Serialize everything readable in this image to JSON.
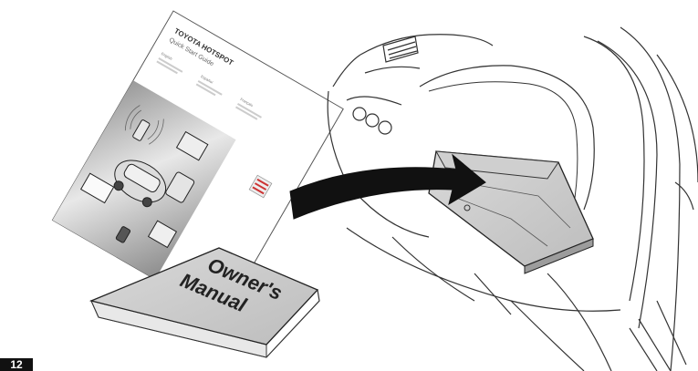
{
  "quick_start_guide": {
    "brand_title": "TOYOTA HOTSPOT",
    "subtitle": "Quick Start Guide",
    "columns": [
      "English",
      "Español",
      "Français"
    ]
  },
  "owners_manual": {
    "line1": "Owner's",
    "line2": "Manual"
  },
  "page_number": "12"
}
